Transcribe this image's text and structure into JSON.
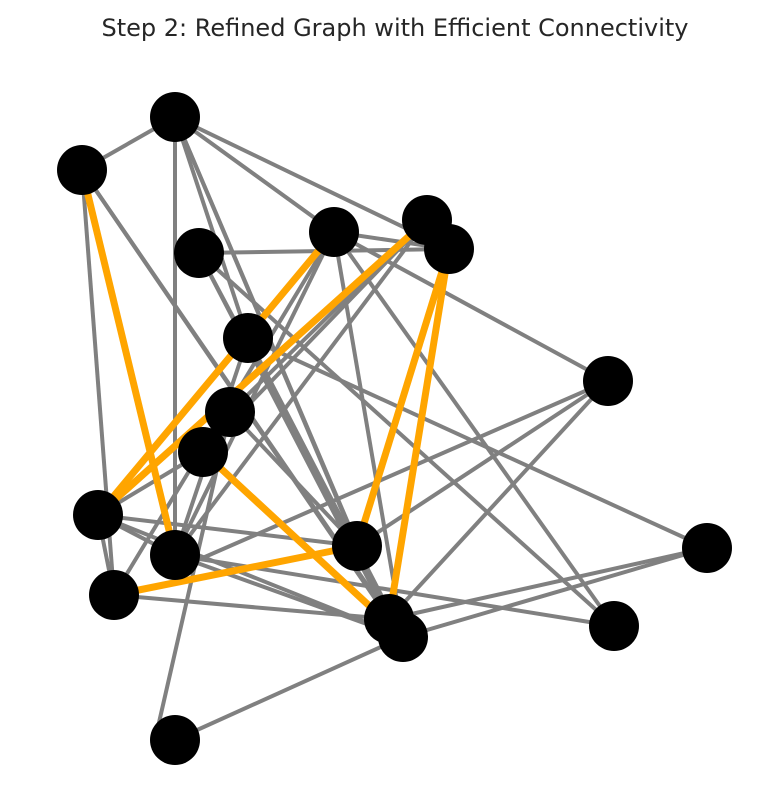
{
  "title": "Step 2: Refined Graph with Efficient Connectivity",
  "colors": {
    "background": "#ffffff",
    "edge": "#808080",
    "highlight_edge": "#FFA500",
    "node": "#000000",
    "title": "#262626"
  },
  "graph": {
    "node_ids": [
      "n1",
      "n2",
      "n3",
      "n4",
      "n5",
      "n6",
      "n7",
      "n8",
      "n9",
      "n10",
      "n11",
      "n12",
      "n13",
      "n14",
      "n15",
      "n16",
      "n17",
      "n18",
      "n19",
      "n20",
      "n21"
    ],
    "edges": [
      [
        "n1",
        "n2"
      ],
      [
        "n1",
        "n7"
      ],
      [
        "n1",
        "n6"
      ],
      [
        "n1",
        "n12"
      ],
      [
        "n1",
        "n13"
      ],
      [
        "n1",
        "n4"
      ],
      [
        "n1",
        "n14"
      ],
      [
        "n2",
        "n15"
      ],
      [
        "n2",
        "n16"
      ],
      [
        "n2",
        "n14"
      ],
      [
        "n5",
        "n6"
      ],
      [
        "n5",
        "n9"
      ],
      [
        "n5",
        "n13"
      ],
      [
        "n5",
        "n10"
      ],
      [
        "n4",
        "n6"
      ],
      [
        "n4",
        "n16"
      ],
      [
        "n4",
        "n15"
      ],
      [
        "n4",
        "n13"
      ],
      [
        "n4",
        "n8"
      ],
      [
        "n4",
        "n17"
      ],
      [
        "n7",
        "n13"
      ],
      [
        "n7",
        "n15"
      ],
      [
        "n7",
        "n14"
      ],
      [
        "n7",
        "n18"
      ],
      [
        "n3",
        "n6"
      ],
      [
        "n3",
        "n15"
      ],
      [
        "n3",
        "n17"
      ],
      [
        "n3",
        "n14"
      ],
      [
        "n11",
        "n13"
      ],
      [
        "n11",
        "n15"
      ],
      [
        "n11",
        "n12"
      ],
      [
        "n11",
        "n10"
      ],
      [
        "n11",
        "n16"
      ],
      [
        "n8",
        "n12"
      ],
      [
        "n8",
        "n20"
      ],
      [
        "n8",
        "n14"
      ],
      [
        "n9",
        "n10"
      ],
      [
        "n9",
        "n12"
      ],
      [
        "n9",
        "n21"
      ],
      [
        "n12",
        "n14"
      ],
      [
        "n12",
        "n16"
      ],
      [
        "n13",
        "n15"
      ],
      [
        "n13",
        "n17"
      ],
      [
        "n14",
        "n16"
      ],
      [
        "n15",
        "n19"
      ],
      [
        "n15",
        "n18"
      ],
      [
        "n18",
        "n14"
      ]
    ],
    "highlighted_edges": [
      [
        "n2",
        "n13"
      ],
      [
        "n6",
        "n14"
      ],
      [
        "n4",
        "n11"
      ],
      [
        "n6",
        "n12"
      ],
      [
        "n16",
        "n12"
      ],
      [
        "n15",
        "n10"
      ],
      [
        "n5",
        "n11"
      ]
    ]
  }
}
